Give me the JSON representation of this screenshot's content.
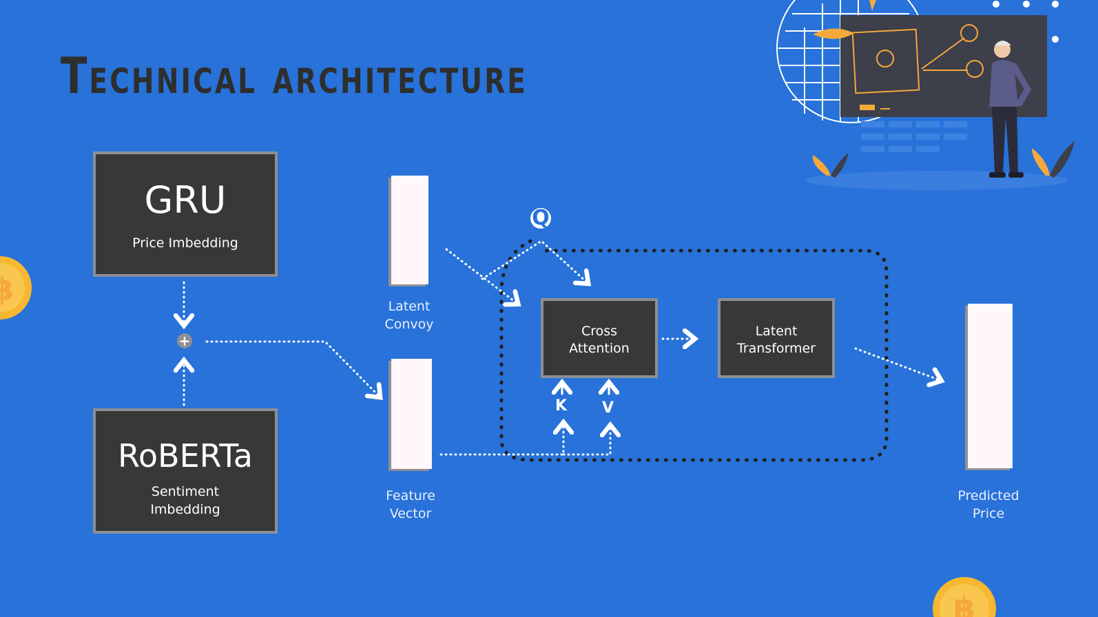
{
  "title": "Technical architecture",
  "gru": {
    "title": "GRU",
    "subtitle": "Price Imbedding"
  },
  "roberta": {
    "title": "RoBERTa",
    "subtitle_1": "Sentiment",
    "subtitle_2": "Imbedding"
  },
  "latent_convoy": {
    "line1": "Latent",
    "line2": "Convoy"
  },
  "feature_vector": {
    "line1": "Feature",
    "line2": "Vector"
  },
  "cross_attention": {
    "line1": "Cross",
    "line2": "Attention"
  },
  "latent_transformer": {
    "line1": "Latent",
    "line2": "Transformer"
  },
  "predicted_price": {
    "line1": "Predicted",
    "line2": "Price"
  },
  "labels": {
    "q": "Q",
    "k": "K",
    "v": "V",
    "plus": "+"
  },
  "colors": {
    "background": "#2872d9",
    "box": "#383838",
    "box_border": "#8d8f95",
    "accent": "#f6a93b",
    "coin": "#f7b731"
  }
}
